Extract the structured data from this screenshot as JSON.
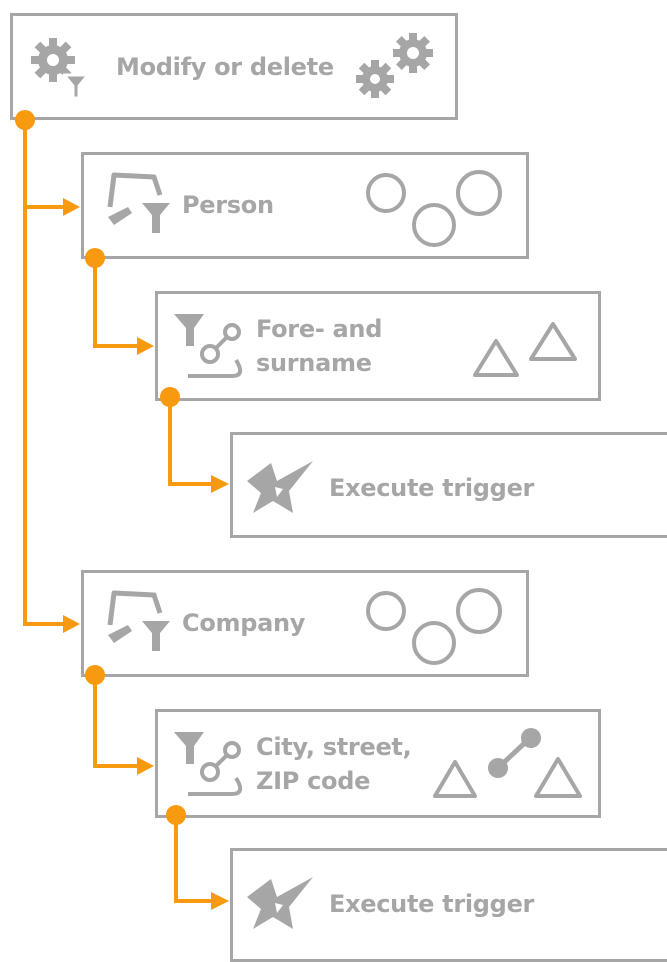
{
  "diagram": {
    "colors": {
      "connector": "#f79a0f",
      "box_border": "#a6a6a6",
      "icon": "#a6a6a6",
      "background": "#ffffff"
    },
    "nodes": [
      {
        "id": "modify",
        "label": "Modify or delete",
        "icon": "gear-filter-icon",
        "badge": "gears-icon"
      },
      {
        "id": "person",
        "label": "Person",
        "icon": "table-filter-icon",
        "badge": "three-circles-icon"
      },
      {
        "id": "forename",
        "label_lines": [
          "Fore- and",
          "surname"
        ],
        "icon": "filter-link-icon",
        "badge": "two-triangles-icon"
      },
      {
        "id": "trigger1",
        "label": "Execute trigger",
        "icon": "star-trigger-icon"
      },
      {
        "id": "company",
        "label": "Company",
        "icon": "table-filter-icon",
        "badge": "three-circles-icon"
      },
      {
        "id": "city",
        "label_lines": [
          "City, street,",
          "ZIP code"
        ],
        "icon": "filter-link-icon",
        "badge": "linked-triangles-icon"
      },
      {
        "id": "trigger2",
        "label": "Execute trigger",
        "icon": "star-trigger-icon"
      }
    ]
  }
}
